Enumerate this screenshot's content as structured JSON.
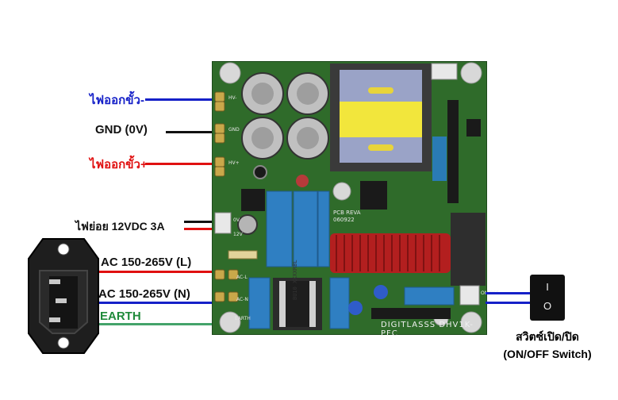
{
  "labels": {
    "hv_neg": "ไฟออกขั้ว-",
    "gnd": "GND (0V)",
    "hv_pos": "ไฟออกขั้ว+",
    "aux_12v": "ไฟย่อย 12VDC 3A",
    "ac_l": "AC 150-265V (L)",
    "ac_n": "AC 150-265V (N)",
    "earth": "EARTH",
    "switch_th": "สวิตซ์เปิด/ปิด",
    "switch_en": "(ON/OFF Switch)"
  },
  "board": {
    "brand": "DIGITLASSS",
    "model": "DHV1K-PFC",
    "revision": "PCB REVA",
    "date": "060922",
    "inductor_text": "BU10 XXXXRBL",
    "pin_labels": [
      "HV-",
      "GND",
      "HV+",
      "0V",
      "12V",
      "AC-L",
      "AC-N",
      "EARTH",
      "ON/OFF"
    ]
  },
  "switch": {
    "on_symbol": "I",
    "off_symbol": "O"
  },
  "colors": {
    "blue": "#1520c8",
    "black": "#111111",
    "red": "#e01010",
    "green": "#1f8a3a",
    "pcb": "#2f6b2a"
  }
}
